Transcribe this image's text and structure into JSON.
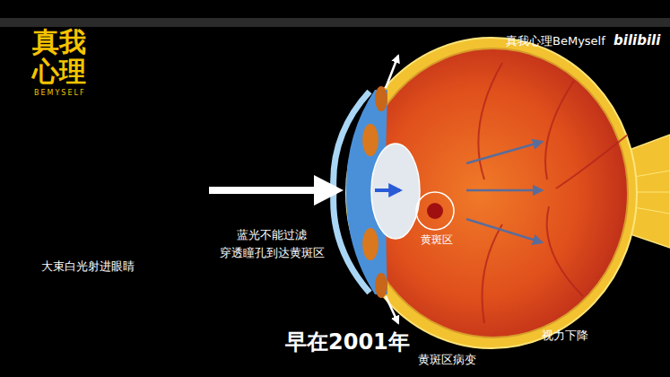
{
  "diagram": {
    "nodes": [
      {
        "text": [
          "黄斑区"
        ]
      }
    ],
    "labels": [
      "真我 心理",
      "BEMYSELF",
      "真我心理BeMyself",
      "bilibili",
      "大束白光射进眼睛",
      "蓝光不能过滤 穿透瞳孔到达黄斑区",
      "早在2001年",
      "黄斑区病变",
      "视力下降"
    ]
  }
}
